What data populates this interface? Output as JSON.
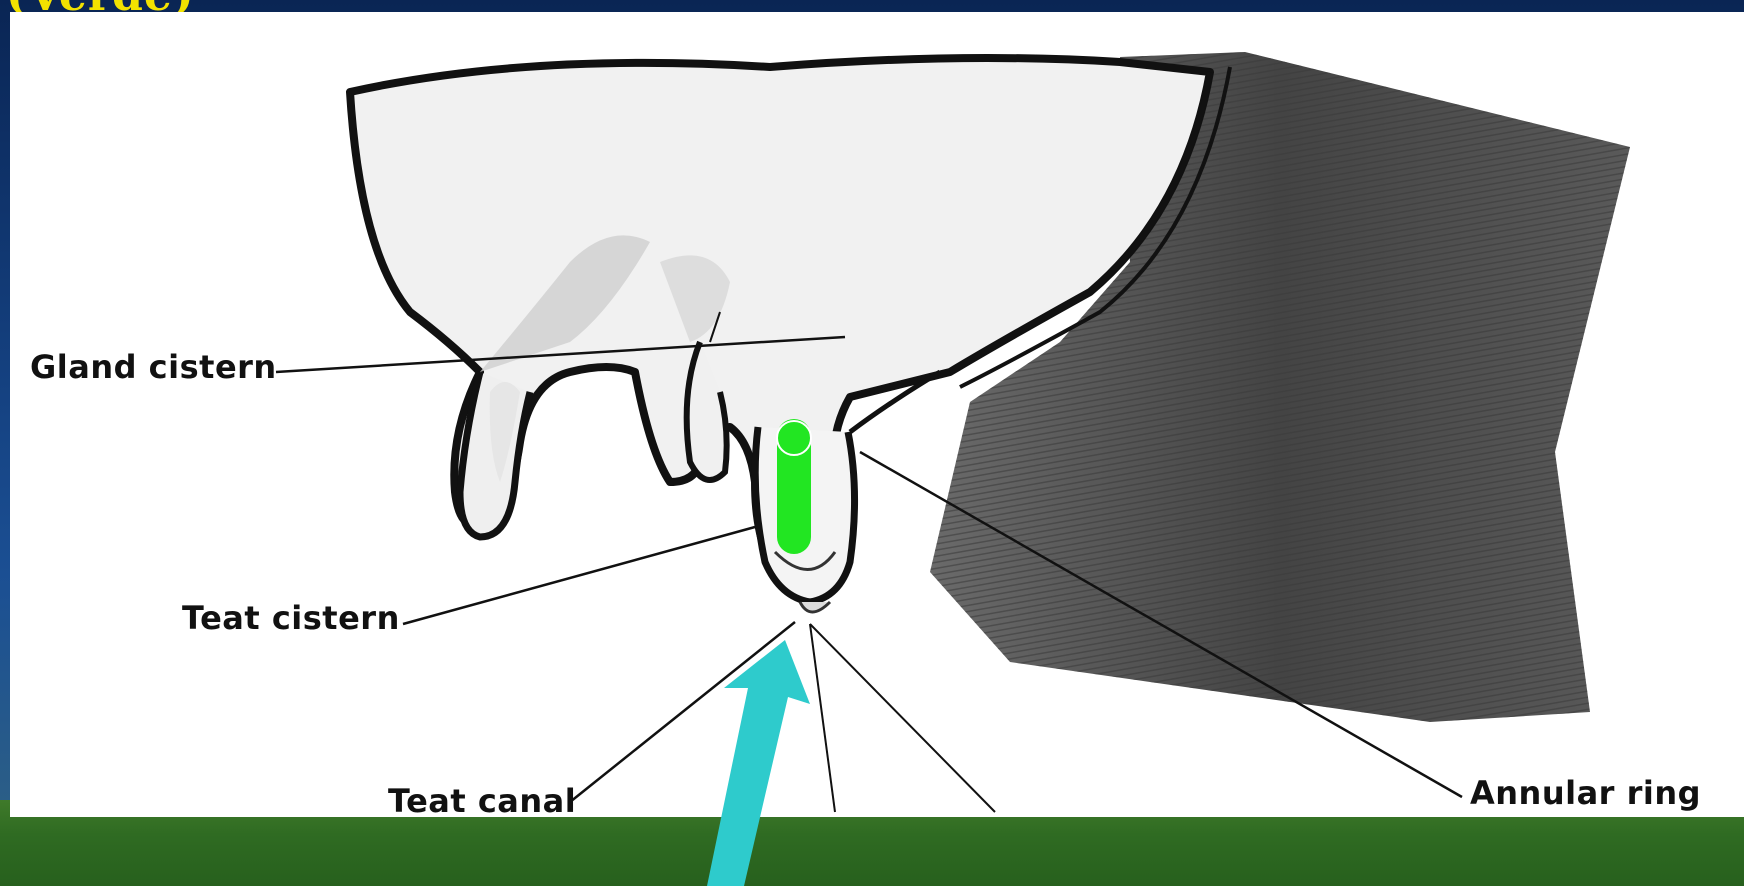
{
  "slide": {
    "title_fragment": "(Verde)",
    "colors": {
      "sky": "#14407f",
      "grass": "#2f6b22",
      "title": "#f2e200",
      "highlight_bar": "#22e622",
      "arrow": "#2ecbcc"
    }
  },
  "diagram": {
    "labels": {
      "gland_cistern": "Gland cistern",
      "teat_cistern": "Teat cistern",
      "teat_canal": "Teat canal",
      "annular_ring": "Annular ring"
    }
  },
  "overlays": {
    "highlight_bar": "green-capsule",
    "arrow": "cyan-arrow"
  }
}
